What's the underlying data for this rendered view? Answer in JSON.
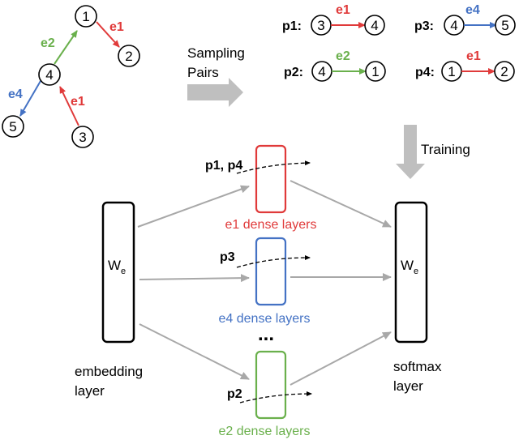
{
  "colors": {
    "e1": "#e03a3a",
    "e2": "#6ab04c",
    "e4": "#4472c4",
    "black": "#000000",
    "arrow_gray": "#a8a8a8",
    "block_arrow_gray": "#bfbfbf"
  },
  "graph": {
    "nodes": [
      "1",
      "2",
      "4",
      "5",
      "3"
    ],
    "edges": {
      "e1_top": "e1",
      "e2": "e2",
      "e4": "e4",
      "e1_bottom": "e1"
    }
  },
  "sampling": {
    "line1": "Sampling",
    "line2": "Pairs"
  },
  "pairs": [
    {
      "name": "p1:",
      "src": "3",
      "dst": "4",
      "edge": "e1"
    },
    {
      "name": "p3:",
      "src": "4",
      "dst": "5",
      "edge": "e4"
    },
    {
      "name": "p2:",
      "src": "4",
      "dst": "1",
      "edge": "e2"
    },
    {
      "name": "p4:",
      "src": "1",
      "dst": "2",
      "edge": "e1"
    }
  ],
  "training": "Training",
  "embedding": {
    "symbol": "W",
    "subscript": "e",
    "label_line1": "embedding",
    "label_line2": "layer"
  },
  "softmax": {
    "symbol": "W",
    "subscript": "e",
    "label_line1": "softmax",
    "label_line2": "layer"
  },
  "dense": [
    {
      "input": "p1, p4",
      "label": "e1 dense layers"
    },
    {
      "input": "p3",
      "label": "e4 dense layers"
    },
    {
      "input": "p2",
      "label": "e2 dense layers"
    }
  ],
  "ellipsis": "..."
}
